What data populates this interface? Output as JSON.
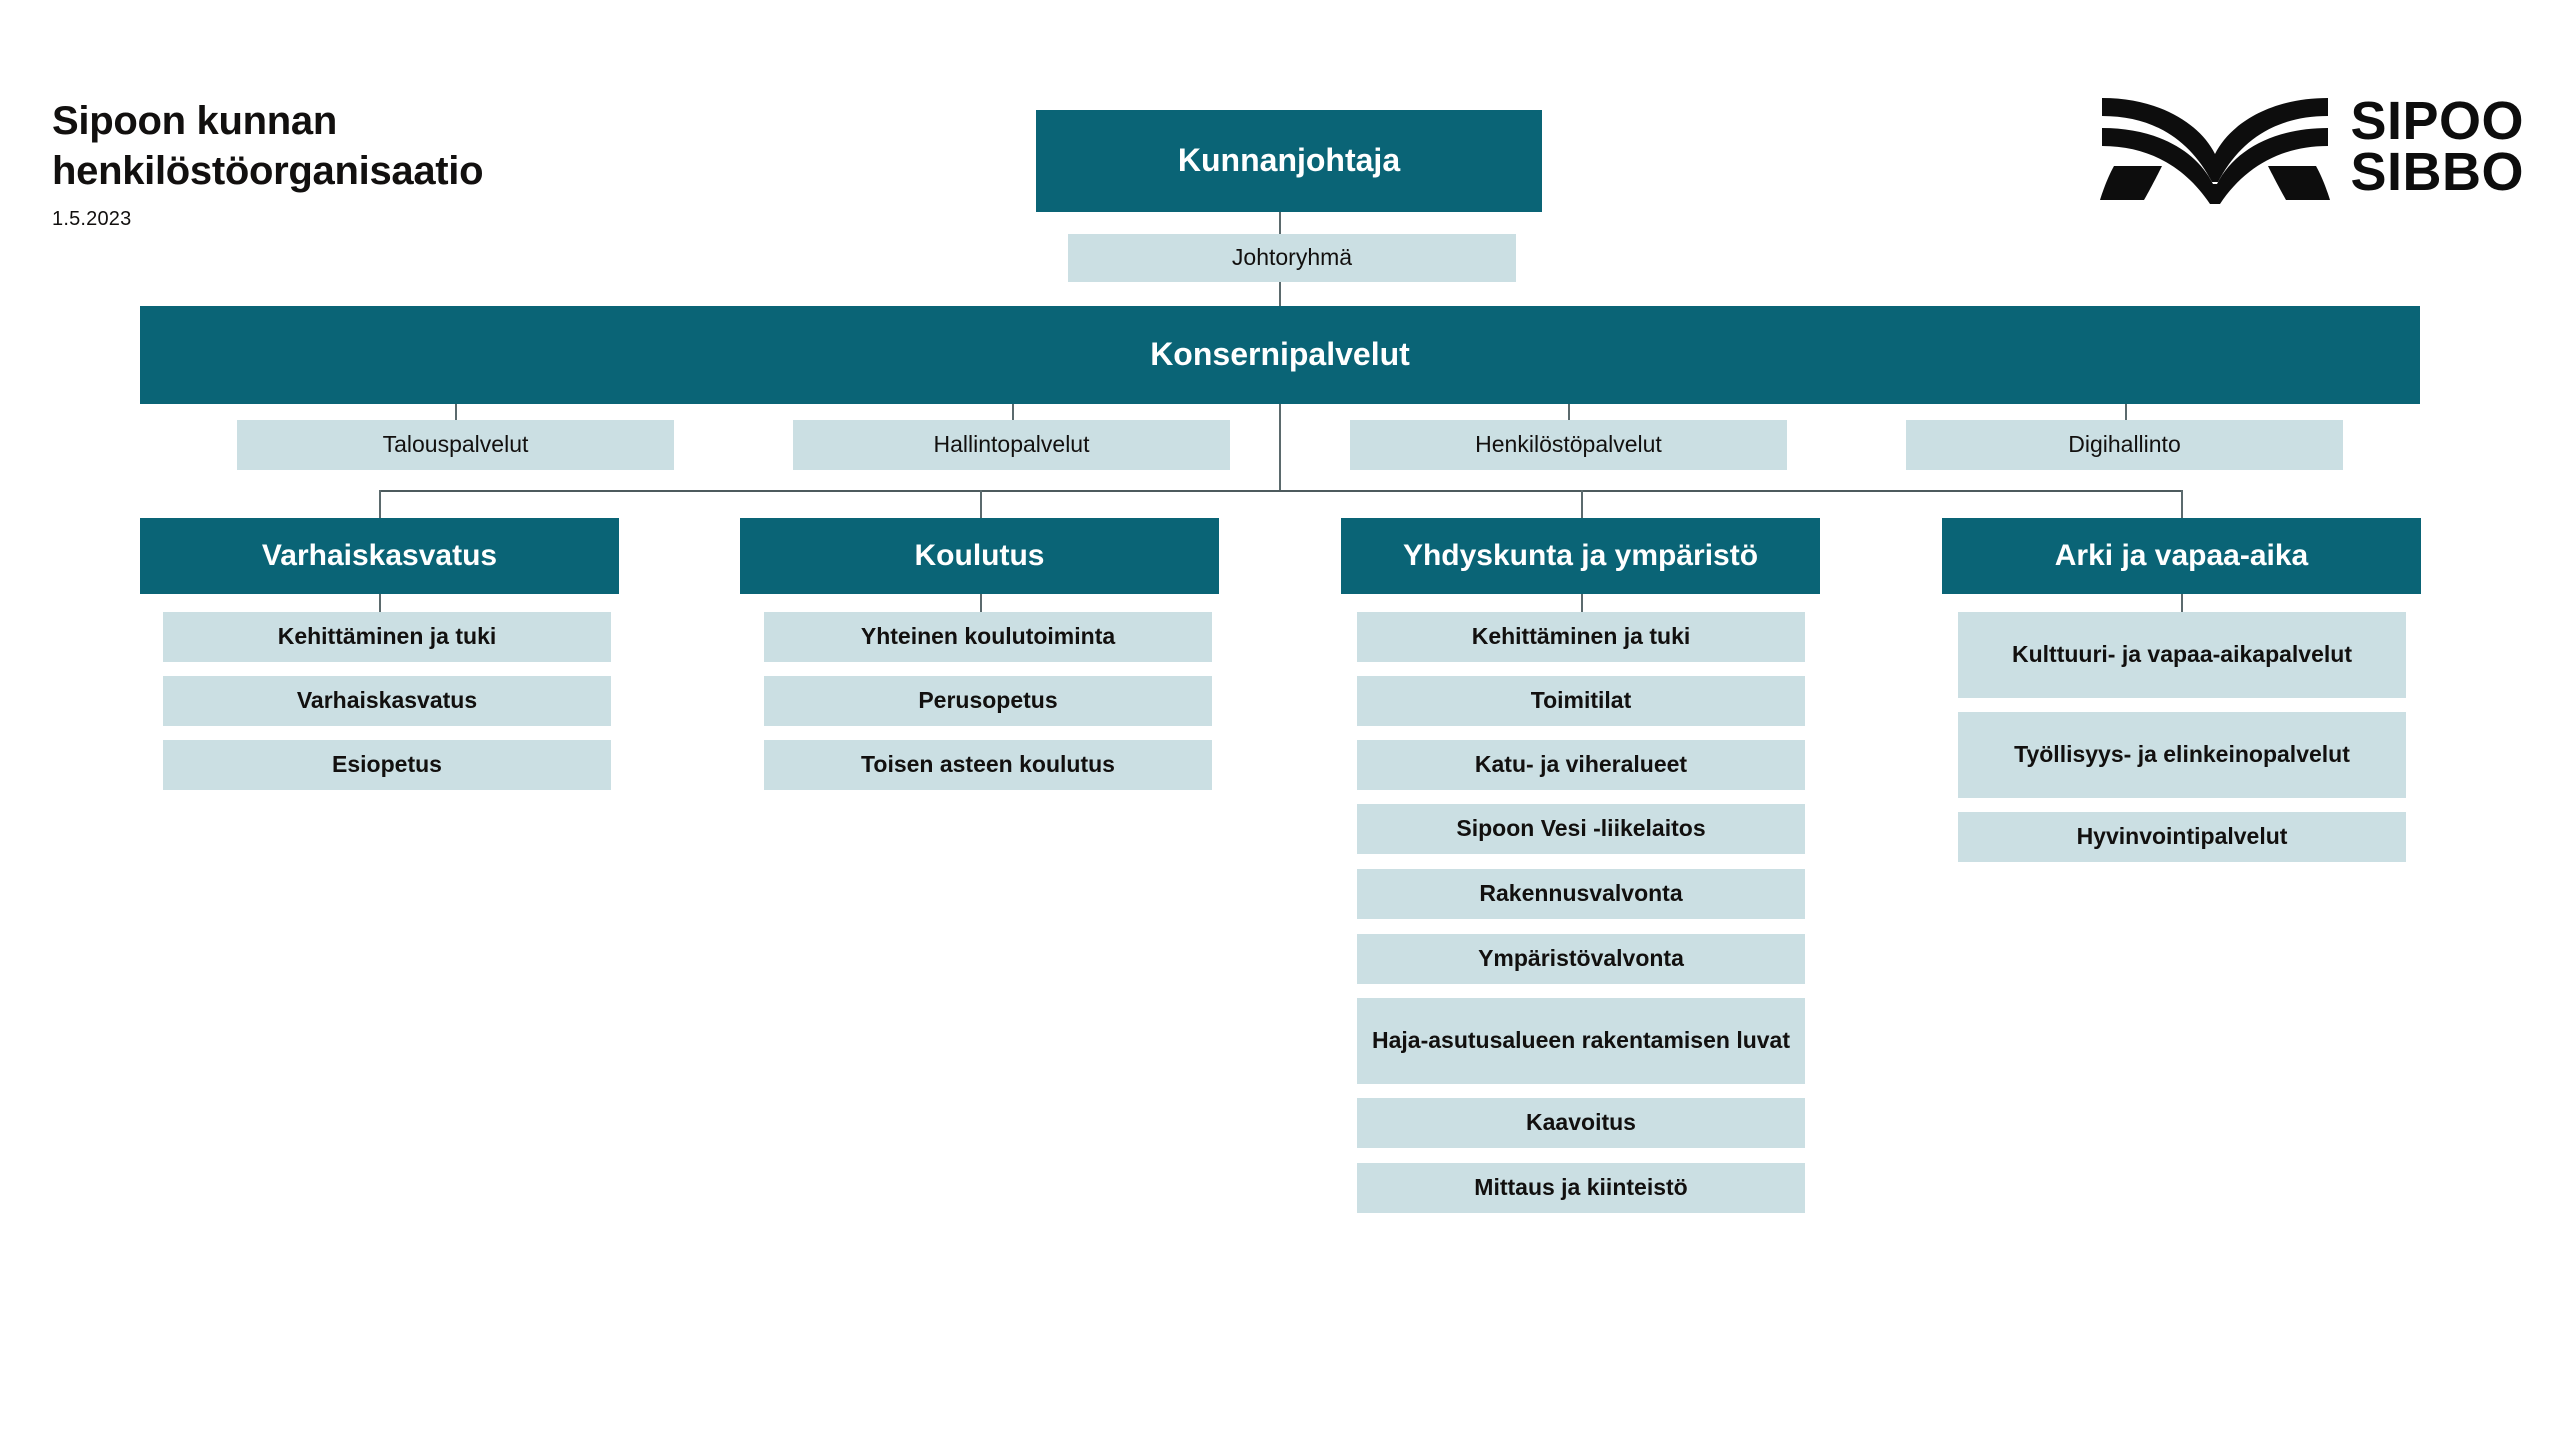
{
  "header": {
    "title_line1": "Sipoon kunnan",
    "title_line2": "henkilöstöorganisaatio",
    "date": "1.5.2023",
    "logo": {
      "word1": "SIPOO",
      "word2": "SIBBO",
      "mark_name": "sipoo-wing-logo"
    }
  },
  "colors": {
    "teal": "#0a6476",
    "light_blue": "#cbdfe3",
    "background": "#ffffff",
    "connector": "#4d5b5e",
    "text_dark": "#12100f",
    "text_light": "#ffffff"
  },
  "chart_data": {
    "type": "diagram",
    "title": "Sipoon kunnan henkilöstöorganisaatio",
    "subtitle": "1.5.2023",
    "levels": [
      {
        "level": 1,
        "name": "ceo",
        "nodes": [
          {
            "label": "Kunnanjohtaja",
            "style": "teal"
          }
        ]
      },
      {
        "level": 2,
        "name": "management-group",
        "nodes": [
          {
            "label": "Johtoryhmä",
            "style": "light"
          }
        ]
      },
      {
        "level": 3,
        "name": "corporate-services",
        "nodes": [
          {
            "label": "Konsernipalvelut",
            "style": "teal"
          }
        ]
      },
      {
        "level": 4,
        "name": "corporate-service-units",
        "nodes": [
          {
            "label": "Talouspalvelut",
            "style": "light"
          },
          {
            "label": "Hallintopalvelut",
            "style": "light"
          },
          {
            "label": "Henkilöstöpalvelut",
            "style": "light"
          },
          {
            "label": "Digihallinto",
            "style": "light"
          }
        ]
      },
      {
        "level": 5,
        "name": "departments",
        "nodes": [
          {
            "label": "Varhaiskasvatus",
            "style": "teal"
          },
          {
            "label": "Koulutus",
            "style": "teal"
          },
          {
            "label": "Yhdyskunta ja ympäristö",
            "style": "teal"
          },
          {
            "label": "Arki ja vapaa-aika",
            "style": "teal"
          }
        ]
      }
    ],
    "department_units": [
      {
        "department": "Varhaiskasvatus",
        "units": [
          "Kehittäminen ja tuki",
          "Varhaiskasvatus",
          "Esiopetus"
        ]
      },
      {
        "department": "Koulutus",
        "units": [
          "Yhteinen koulutoiminta",
          "Perusopetus",
          "Toisen asteen koulutus"
        ]
      },
      {
        "department": "Yhdyskunta ja ympäristö",
        "units": [
          "Kehittäminen ja tuki",
          "Toimitilat",
          "Katu- ja viheralueet",
          "Sipoon Vesi -liikelaitos",
          "Rakennusvalvonta",
          "Ympäristövalvonta",
          "Haja-asutusalueen rakentamisen luvat",
          "Kaavoitus",
          "Mittaus ja kiinteistö"
        ]
      },
      {
        "department": "Arki ja vapaa-aika",
        "units": [
          "Kulttuuri- ja vapaa-aikapalvelut",
          "Työllisyys- ja elinkeinopalvelut",
          "Hyvinvointipalvelut"
        ]
      }
    ]
  }
}
